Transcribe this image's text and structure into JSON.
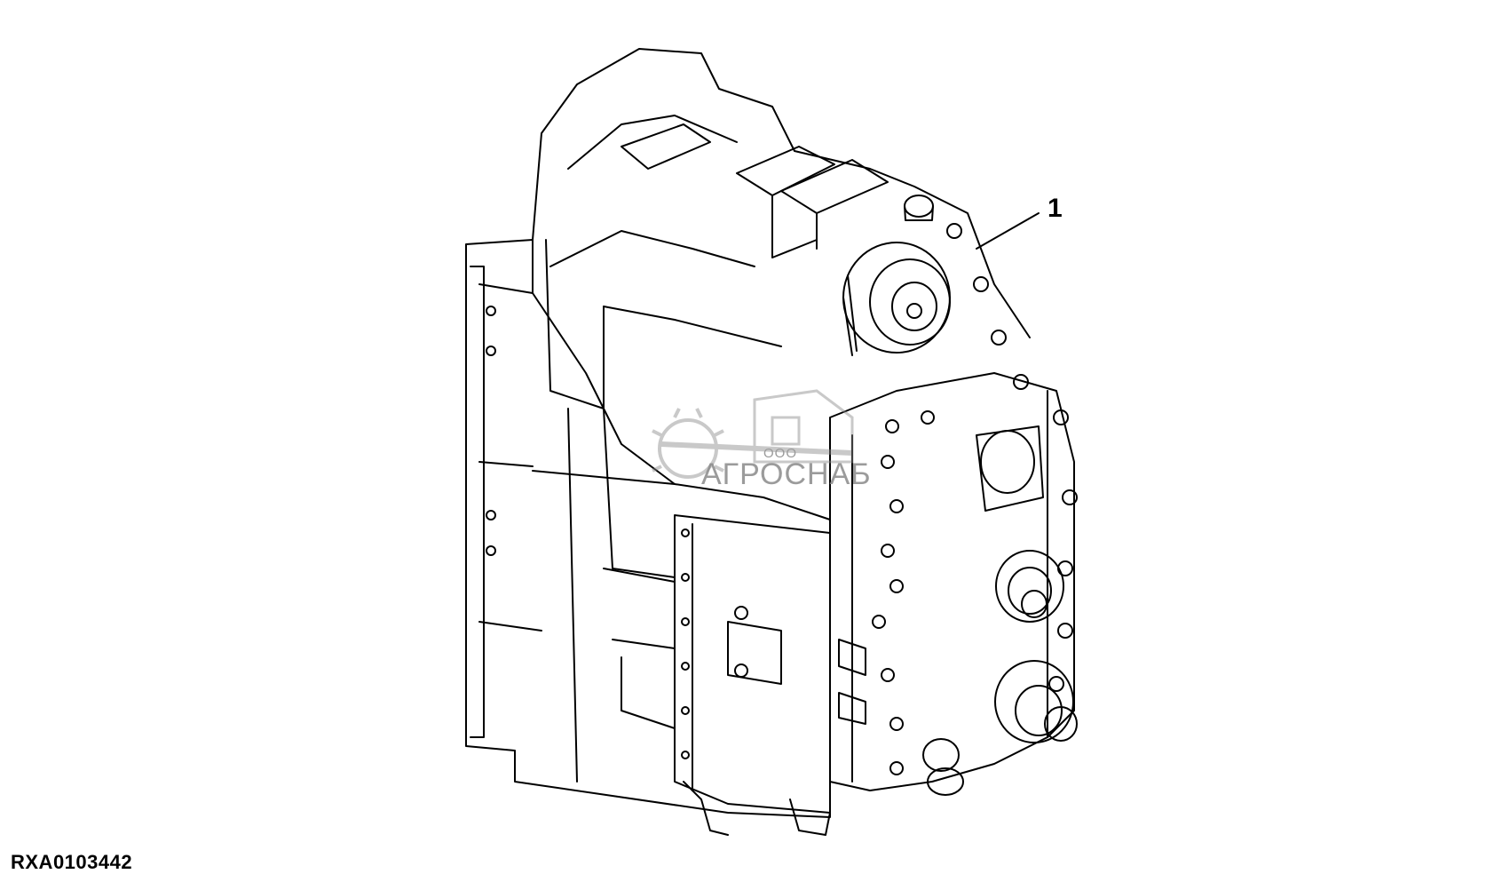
{
  "figure": {
    "callout_number": "1",
    "figure_id": "RXA0103442"
  },
  "watermark": {
    "small_text": "ООО",
    "brand_text": "АГРОСНАБ"
  },
  "icons": {
    "watermark_logo": "gear-tractor-logo-icon"
  },
  "colors": {
    "line": "#000000",
    "background": "#ffffff",
    "watermark": "#8a8a8a"
  }
}
